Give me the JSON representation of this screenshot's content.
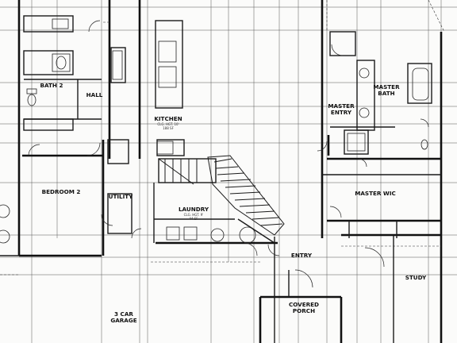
{
  "plan": {
    "rooms": [
      {
        "key": "bath2",
        "name": "BATH 2",
        "dims": "",
        "area": ""
      },
      {
        "key": "hall",
        "name": "HALL",
        "dims": "",
        "area": ""
      },
      {
        "key": "kitchen",
        "name": "KITCHEN",
        "dims": "CLG. HGT. 10'",
        "area": "188 SF"
      },
      {
        "key": "bedroom2",
        "name": "BEDROOM 2",
        "dims": "",
        "area": ""
      },
      {
        "key": "utility",
        "name": "UTILITY",
        "dims": "",
        "area": ""
      },
      {
        "key": "laundry",
        "name": "LAUNDRY",
        "dims": "CLG. HGT. 9'",
        "area": "44 SF"
      },
      {
        "key": "master_entry",
        "name": "MASTER ENTRY",
        "dims": "",
        "area": ""
      },
      {
        "key": "master_bath",
        "name": "MASTER BATH",
        "dims": "",
        "area": ""
      },
      {
        "key": "master_wic",
        "name": "MASTER WIC",
        "dims": "",
        "area": ""
      },
      {
        "key": "entry",
        "name": "ENTRY",
        "dims": "",
        "area": ""
      },
      {
        "key": "study",
        "name": "STUDY",
        "dims": "",
        "area": ""
      },
      {
        "key": "covered_porch",
        "name": "COVERED PORCH",
        "dims": "",
        "area": ""
      },
      {
        "key": "garage",
        "name": "3 CAR GARAGE",
        "dims": "",
        "area": ""
      }
    ]
  },
  "colors": {
    "line": "#1a1a1a",
    "wall": "#111111",
    "light": "#7a7a7a",
    "paper": "#fbfbfa"
  }
}
